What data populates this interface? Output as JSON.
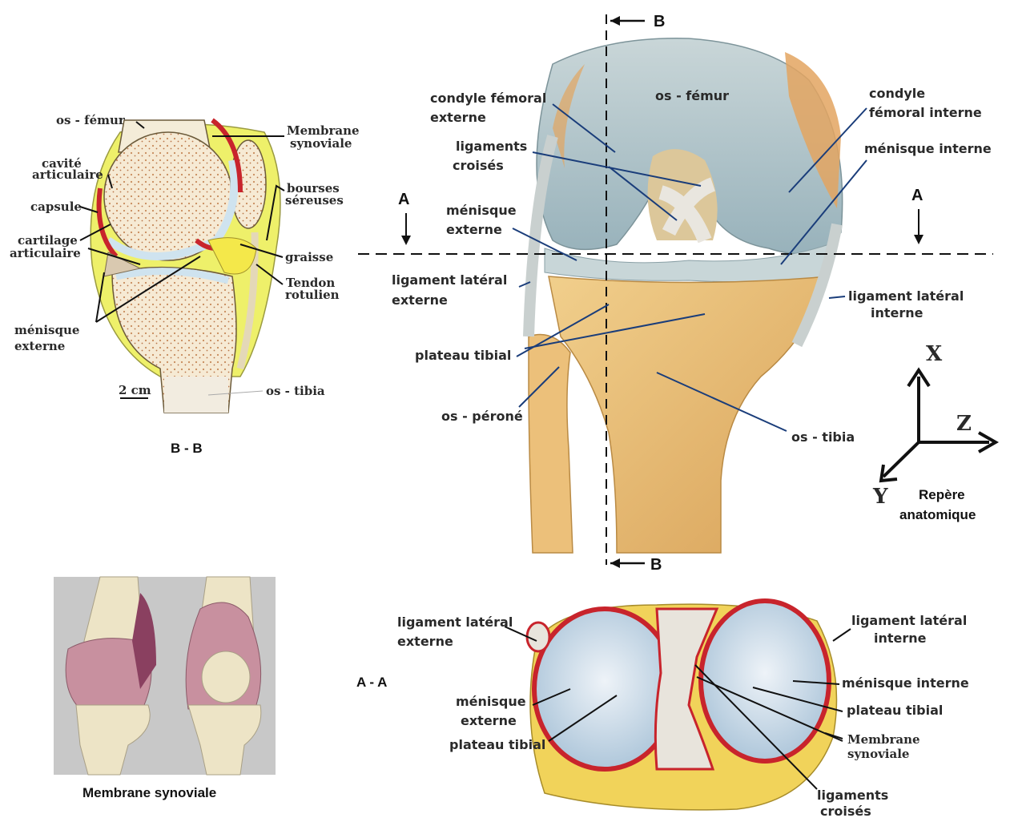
{
  "section_bb": {
    "caption": "B - B",
    "scale": "2 cm",
    "labels": {
      "os_femur": "os - fémur",
      "membrane_1": "Membrane",
      "membrane_2": "synoviale",
      "cavite_1": "cavité",
      "cavite_2": "articulaire",
      "capsule": "capsule",
      "bourses_1": "bourses",
      "bourses_2": "séreuses",
      "cartilage_1": "cartilage",
      "cartilage_2": "articulaire",
      "graisse": "graisse",
      "tendon_1": "Tendon",
      "tendon_2": "rotulien",
      "menisque_1": "ménisque",
      "menisque_2": "externe",
      "os_tibia": "os - tibia"
    }
  },
  "front_view": {
    "section_b": "B",
    "section_a": "A",
    "labels": {
      "os_femur": "os - fémur",
      "condyle_ext_1": "condyle fémoral",
      "condyle_ext_2": "externe",
      "condyle_int_1": "condyle",
      "condyle_int_2": "fémoral interne",
      "ligaments_1": "ligaments",
      "ligaments_2": "croisés",
      "men_int": "ménisque interne",
      "men_ext_1": "ménisque",
      "men_ext_2": "externe",
      "lig_lat_ext_1": "ligament latéral",
      "lig_lat_ext_2": "externe",
      "lig_lat_int_1": "ligament latéral",
      "lig_lat_int_2": "interne",
      "plateau": "plateau tibial",
      "perone": "os - péroné",
      "tibia": "os - tibia"
    }
  },
  "axes": {
    "x": "X",
    "y": "Y",
    "z": "Z",
    "caption_1": "Repère",
    "caption_2": "anatomique"
  },
  "synovial_model": {
    "caption": "Membrane synoviale"
  },
  "section_aa": {
    "caption": "A - A",
    "labels": {
      "lig_lat_ext_1": "ligament latéral",
      "lig_lat_ext_2": "externe",
      "lig_lat_int_1": "ligament latéral",
      "lig_lat_int_2": "interne",
      "men_ext_1": "ménisque",
      "men_ext_2": "externe",
      "men_int": "ménisque interne",
      "plateau_left": "plateau tibial",
      "plateau_right": "plateau tibial",
      "membrane_1": "Membrane",
      "membrane_2": "synoviale",
      "ligaments_1": "ligaments",
      "ligaments_2": "croisés"
    }
  },
  "colors": {
    "bone_sagittal": "#f7e9d0",
    "cartilage": "#cfe3ef",
    "synovial_red": "#c8242c",
    "fat_yellow": "#eef06a",
    "femur_blue": "#b9cdd2",
    "tibia_orange": "#e8b86a",
    "leader_blue": "#1a3d7a",
    "model_bg": "#c8c8c8",
    "model_bone": "#ede4c6",
    "model_membrane": "#c8909f"
  }
}
